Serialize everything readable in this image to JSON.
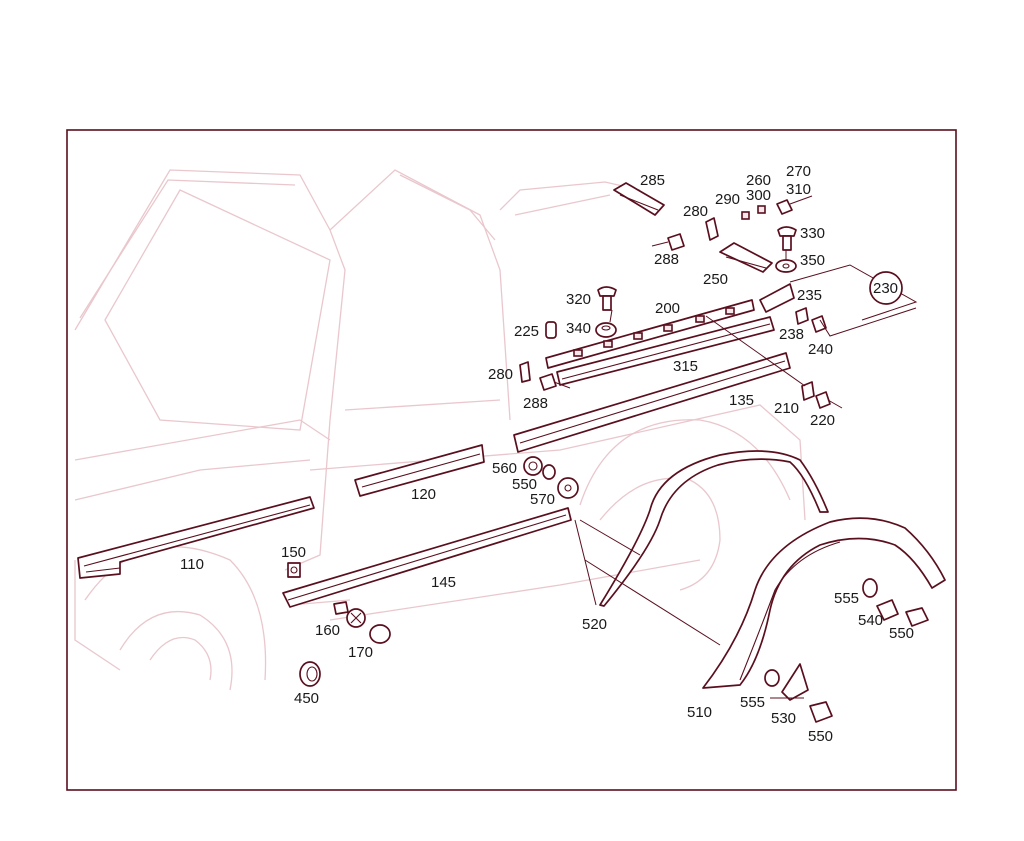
{
  "diagram": {
    "callouts": [
      {
        "id": "110",
        "text": "110"
      },
      {
        "id": "120",
        "text": "120"
      },
      {
        "id": "135",
        "text": "135"
      },
      {
        "id": "145",
        "text": "145"
      },
      {
        "id": "150",
        "text": "150"
      },
      {
        "id": "160",
        "text": "160"
      },
      {
        "id": "170",
        "text": "170"
      },
      {
        "id": "200",
        "text": "200"
      },
      {
        "id": "210",
        "text": "210"
      },
      {
        "id": "220",
        "text": "220"
      },
      {
        "id": "225",
        "text": "225"
      },
      {
        "id": "230",
        "text": "230"
      },
      {
        "id": "235",
        "text": "235"
      },
      {
        "id": "238",
        "text": "238"
      },
      {
        "id": "240",
        "text": "240"
      },
      {
        "id": "250",
        "text": "250"
      },
      {
        "id": "260",
        "text": "260"
      },
      {
        "id": "270",
        "text": "270"
      },
      {
        "id": "280a",
        "text": "280"
      },
      {
        "id": "280b",
        "text": "280"
      },
      {
        "id": "285",
        "text": "285"
      },
      {
        "id": "288a",
        "text": "288"
      },
      {
        "id": "288b",
        "text": "288"
      },
      {
        "id": "290",
        "text": "290"
      },
      {
        "id": "300",
        "text": "300"
      },
      {
        "id": "310",
        "text": "310"
      },
      {
        "id": "315",
        "text": "315"
      },
      {
        "id": "320",
        "text": "320"
      },
      {
        "id": "330",
        "text": "330"
      },
      {
        "id": "340",
        "text": "340"
      },
      {
        "id": "350",
        "text": "350"
      },
      {
        "id": "450",
        "text": "450"
      },
      {
        "id": "510",
        "text": "510"
      },
      {
        "id": "520",
        "text": "520"
      },
      {
        "id": "530",
        "text": "530"
      },
      {
        "id": "540",
        "text": "540"
      },
      {
        "id": "550a",
        "text": "550"
      },
      {
        "id": "550b",
        "text": "550"
      },
      {
        "id": "550c",
        "text": "550"
      },
      {
        "id": "555a",
        "text": "555"
      },
      {
        "id": "555b",
        "text": "555"
      },
      {
        "id": "560",
        "text": "560"
      },
      {
        "id": "570",
        "text": "570"
      }
    ],
    "colors": {
      "frame": "#5a0f1e",
      "part_stroke": "#5a0f1e",
      "ghost_body": "#e9c7cd",
      "part_shade": "#f6e7ea",
      "text": "#1a1a1a"
    }
  }
}
